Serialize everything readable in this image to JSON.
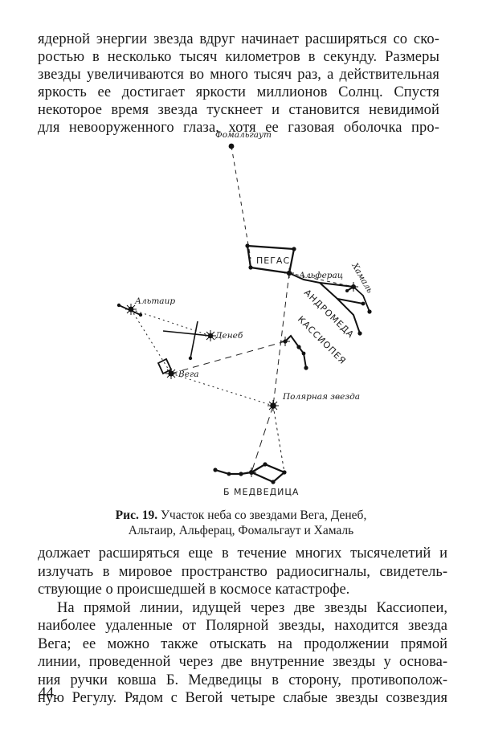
{
  "top_paragraph": {
    "lines": [
      "ядерной энергии звезда вдруг начинает расширяться со ско-",
      "ростью в несколько тысяч километров в секунду. Размеры",
      "звезды увеличиваются во много тысяч раз, а действительная",
      "яркость ее достигает яркости миллионов Солнц. Спустя",
      "некоторое время звезда тускнеет и становится невидимой",
      "для невооруженного глаза, хотя ее газовая оболочка про-"
    ]
  },
  "figure": {
    "labels": {
      "fomalhaut": "Фомальгаут",
      "pegasus": "ПЕГАС",
      "alpheratz": "Альферац",
      "hamal": "Хамаль",
      "andromeda": "АНДРОМЕДА",
      "cassiopeia": "КАССИОПЕЯ",
      "altair": "Альтаир",
      "deneb": "Денеб",
      "vega": "Вега",
      "polaris": "Полярная звезда",
      "ursa_major": "Б МЕДВЕДИЦА"
    }
  },
  "caption": {
    "label": "Рис. 19.",
    "text_line1": " Участок неба со звездами Вега, Денеб,",
    "text_line2": "Альтаир, Альферац, Фомальгаут и Хамаль"
  },
  "bottom_paragraph": {
    "lines": [
      "должает расширяться еще в течение многих тысячелетий и",
      "излучать в мировое пространство радиосигналы, свидетель-",
      "ствующие о происшедшей в космосе катастрофе."
    ]
  },
  "second_paragraph": {
    "lines": [
      "На прямой линии, идущей через две звезды Кассиопеи,",
      "наиболее удаленные от Полярной звезды, находится звезда",
      "Вега; ее можно также отыскать на продолжении прямой",
      "линии, проведенной через две внутренние звезды у основа-",
      "ния ручки ковша Б. Медведицы в сторону, противополож-",
      "ную Регулу. Рядом с Вегой четыре слабые звезды созвездия"
    ]
  },
  "page_number": "44"
}
